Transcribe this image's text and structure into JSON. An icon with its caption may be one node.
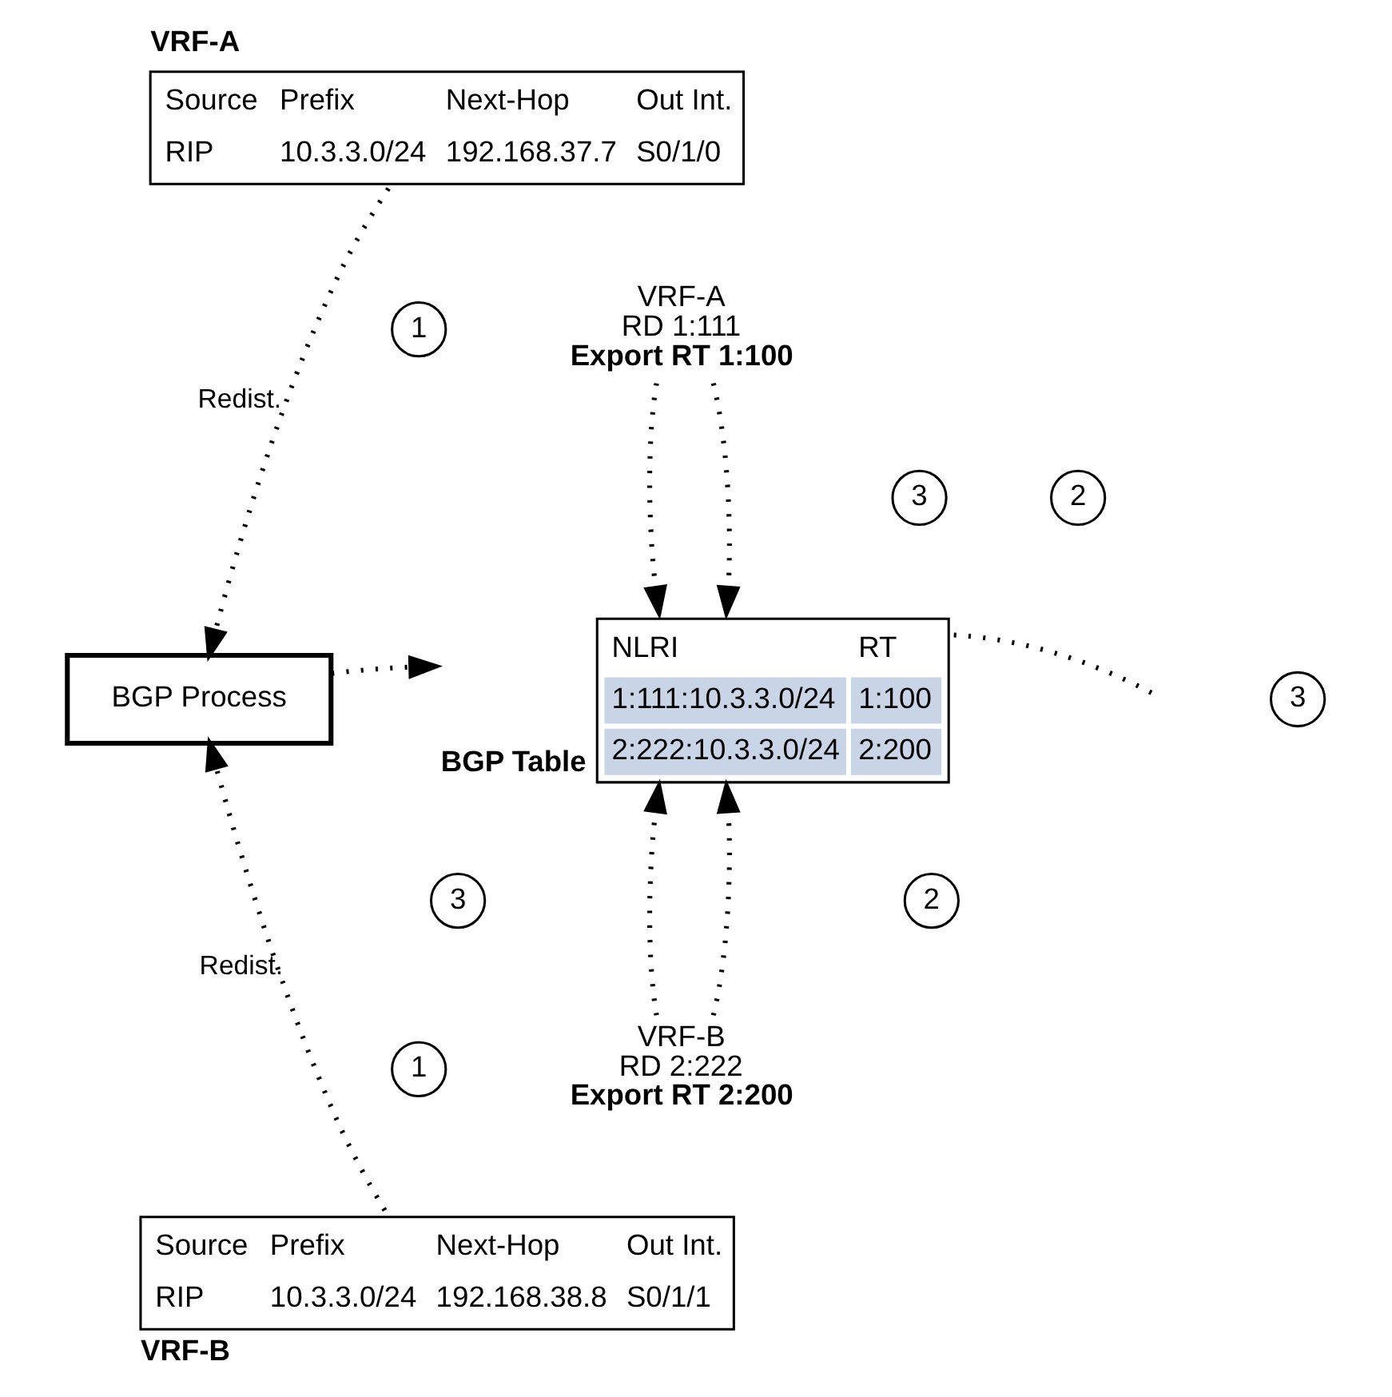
{
  "diagram": {
    "nodes": [
      {
        "text": [
          "VRF-A",
          "Source",
          "Prefix",
          "Next-Hop",
          "Out Int.",
          "RIP",
          "10.3.3.0/24",
          "192.168.37.7",
          "S0/1/0"
        ]
      },
      {
        "text": [
          "BGP Table",
          "NLRI",
          "RT",
          "1:111:10.3.3.0/24",
          "1:100",
          "2:222:10.3.3.0/24",
          "2:200"
        ]
      },
      {
        "text": [
          "BGP Process"
        ]
      },
      {
        "text": [
          "Source",
          "Prefix",
          "Next-Hop",
          "Out Int.",
          "RIP",
          "10.3.3.0/24",
          "192.168.38.8",
          "S0/1/1",
          "VRF-B"
        ]
      },
      {
        "text": [
          "VRF-A",
          "RD 1:111",
          "Export RT 1:100"
        ]
      },
      {
        "text": [
          "VRF-B",
          "RD 2:222",
          "Export RT 2:200"
        ]
      }
    ],
    "edges": [
      {
        "from": 0,
        "to": 2,
        "arrow": "to",
        "label": "Redist."
      },
      {
        "from": 2,
        "to": 1,
        "arrow": "to"
      },
      {
        "from": 3,
        "to": 2,
        "arrow": "to",
        "label": "Redist."
      },
      {
        "from": 4,
        "to": 1,
        "arrow": "to"
      },
      {
        "from": 4,
        "to": 1,
        "arrow": "to"
      },
      {
        "from": 5,
        "to": 1,
        "arrow": "to"
      },
      {
        "from": 5,
        "to": 1,
        "arrow": "to"
      },
      {
        "from": 1,
        "to": null,
        "arrow": "none"
      }
    ],
    "labels": [
      "1",
      "2",
      "3",
      "3",
      "3",
      "2",
      "1"
    ]
  }
}
